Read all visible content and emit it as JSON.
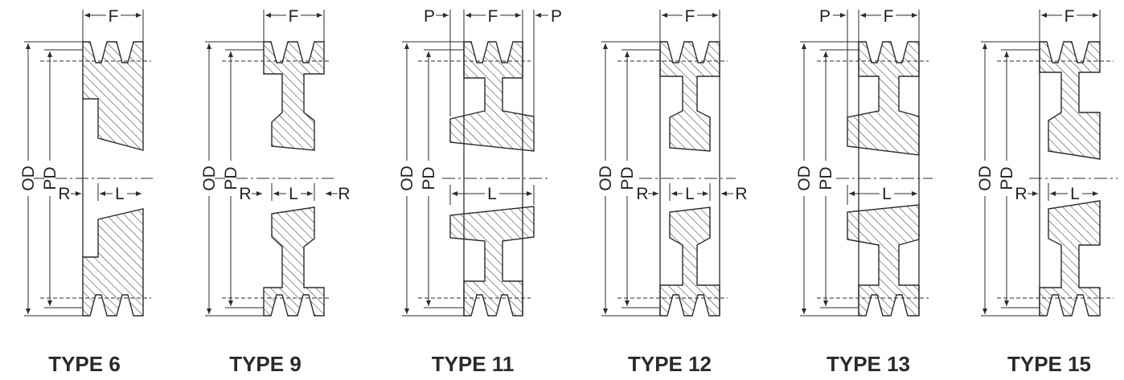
{
  "dimension_labels": {
    "F": "F",
    "P": "P",
    "L": "L",
    "R": "R",
    "OD": "OD",
    "PD": "PD"
  },
  "types": [
    {
      "id": "type6",
      "title": "TYPE 6",
      "labels": {
        "top": [
          "F"
        ],
        "mid": [
          "R",
          "L"
        ]
      }
    },
    {
      "id": "type9",
      "title": "TYPE 9",
      "labels": {
        "top": [
          "F"
        ],
        "mid": [
          "R",
          "L",
          "R"
        ]
      }
    },
    {
      "id": "type11",
      "title": "TYPE 11",
      "labels": {
        "top": [
          "P",
          "F",
          "P"
        ],
        "mid": [
          "L"
        ]
      }
    },
    {
      "id": "type12",
      "title": "TYPE 12",
      "labels": {
        "top": [
          "F"
        ],
        "mid": [
          "R",
          "L",
          "R"
        ]
      }
    },
    {
      "id": "type13",
      "title": "TYPE 13",
      "labels": {
        "top": [
          "P",
          "F"
        ],
        "mid": [
          "L"
        ]
      }
    },
    {
      "id": "type15",
      "title": "TYPE 15",
      "labels": {
        "top": [
          "F"
        ],
        "mid": [
          "R",
          "L"
        ]
      }
    }
  ]
}
